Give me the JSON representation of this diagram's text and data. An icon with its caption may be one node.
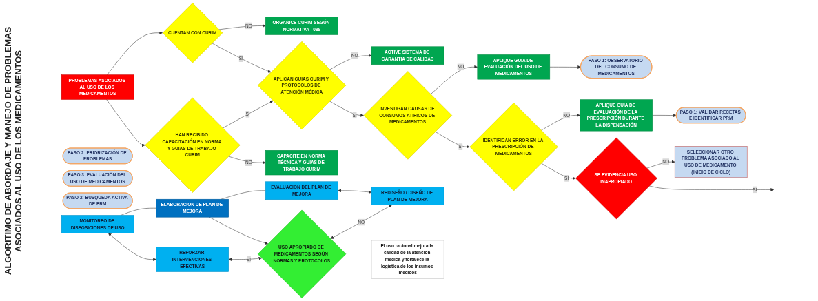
{
  "diagram": {
    "title": "ALGORITIMO DE ABORDAJE Y MANEJO DE PROBLEMAS ASOCIADOS AL USO DE LOS MEDICAMENTOS",
    "nodes": [
      {
        "text": [
          "PROBLEMAS ASOCIADOS AL USO DE LOS MEDICAMENTOS"
        ]
      },
      {
        "text": [
          "CUENTAN CON CURIM"
        ]
      },
      {
        "text": [
          "ORGANICE CURIM SEGÚN NORMATIVA - 088"
        ]
      },
      {
        "text": [
          "HAN RECIBIDO CAPACITACIÓN EN NORMA Y GUIAS DE TRABAJO CURIM"
        ]
      },
      {
        "text": [
          "APLICAN GUIAS CURIM Y PROTOCOLOS DE ATENCIÓN MÉDICA"
        ]
      },
      {
        "text": [
          "ACTIVE SISTEMA DE GARANTIA DE CALIDAD"
        ]
      },
      {
        "text": [
          "CAPACITE EN NORMA TÉCNICA Y GUIAS DE TRABAJO CURIM"
        ]
      },
      {
        "text": [
          "INVESTIGAN CAUSAS DE CONSUMOS ATIPICOS DE MEDICAMENTOS"
        ]
      },
      {
        "text": [
          "APLIQUE GUIA DE EVALUACIÓN DEL USO DE MEDICAMENTOS"
        ]
      },
      {
        "text": [
          "PASO 1: OBSERVATORIO DEL CONSUMO DE MEDICAMENTOS"
        ]
      },
      {
        "text": [
          "PASO 2: PRIORIZACIÓN DE PROBLEMAS"
        ]
      },
      {
        "text": [
          "PASO 3: EVALUACIÓN DEL USO DE MEDICAMENTOS"
        ]
      },
      {
        "text": [
          "APLIQUE GUIA DE EVALUACIÓN DE LA PRESCRIPCIÓN DURANTE LA DISPENSACIÓN"
        ]
      },
      {
        "text": [
          "IDENTIFICAN ERROR EN LA PRESCRIPCIÓN DE MEDICAMENTOS"
        ]
      },
      {
        "text": [
          "PASO 1: VALIDAR RECETAS E IDENTIFICAR PRM"
        ]
      },
      {
        "text": [
          "PASO 2: BUSQUEDA ACTIVA DE PRM"
        ]
      },
      {
        "text": [
          "SE EVIDENCIA USO INAPROPIADO"
        ]
      },
      {
        "text": [
          "SELECCIONAR OTRO PROBLEMA ASOCIADO AL USO DE MEDICAMENTO (INICIO DE CICLO)"
        ]
      },
      {
        "text": [
          "MONITOREO DE DISPOSICIONES DE USO"
        ]
      },
      {
        "text": [
          "ELABORACION DE PLAN DE MEJORA"
        ]
      },
      {
        "text": [
          "EVALUACION DEL PLAN DE MEJORA"
        ]
      },
      {
        "text": [
          "REFORZAR INTERVENCIONES EFECTIVAS"
        ]
      },
      {
        "text": [
          "USO APROPIADO DE MEDICAMENTOS SEGÚN NORMAS Y PROTOCOLOS"
        ]
      },
      {
        "text": [
          "REDISEÑO / DISEÑO DE PLAN DE MEJORA"
        ]
      },
      {
        "text": [
          "El uso racional mejora la calidad de la atención médica y fortalece la logística de los insumos médicos"
        ]
      }
    ],
    "edges": [
      {
        "from": 0,
        "to": 1,
        "arrow": "to"
      },
      {
        "from": 0,
        "to": 3,
        "arrow": "to"
      },
      {
        "from": 1,
        "to": 2,
        "label": "NO",
        "arrow": "to"
      },
      {
        "from": 1,
        "to": 4,
        "label": "SI",
        "arrow": "to"
      },
      {
        "from": 3,
        "to": 4,
        "label": "SI",
        "arrow": "to"
      },
      {
        "from": 3,
        "to": 6,
        "label": "NO",
        "arrow": "to"
      },
      {
        "from": 4,
        "to": 5,
        "label": "NO",
        "arrow": "to"
      },
      {
        "from": 4,
        "to": 7,
        "label": "SI",
        "arrow": "to"
      },
      {
        "from": 7,
        "to": 8,
        "label": "NO",
        "arrow": "to"
      },
      {
        "from": 8,
        "to": 9,
        "arrow": "to"
      },
      {
        "from": 7,
        "to": 13,
        "label": "SI",
        "arrow": "to"
      },
      {
        "from": 13,
        "to": 12,
        "label": "NO",
        "arrow": "to"
      },
      {
        "from": 12,
        "to": 14,
        "arrow": "to"
      },
      {
        "from": 13,
        "to": 16,
        "label": "SI",
        "arrow": "to"
      },
      {
        "from": 16,
        "to": 17,
        "label": "NO",
        "arrow": "to"
      },
      {
        "from": 16,
        "to": null,
        "label": "SI",
        "arrow": "to"
      },
      {
        "from": 18,
        "to": 19,
        "arrow": "none"
      },
      {
        "from": 19,
        "to": 20,
        "arrow": "none"
      },
      {
        "from": 18,
        "to": 21,
        "arrow": "both"
      },
      {
        "from": 20,
        "to": 23,
        "arrow": "both"
      },
      {
        "from": 19,
        "to": 22,
        "arrow": "to"
      },
      {
        "from": 21,
        "to": 22,
        "label": "SI",
        "arrow": "both"
      },
      {
        "from": 22,
        "to": 23,
        "label": "NO",
        "arrow": "both"
      }
    ]
  }
}
